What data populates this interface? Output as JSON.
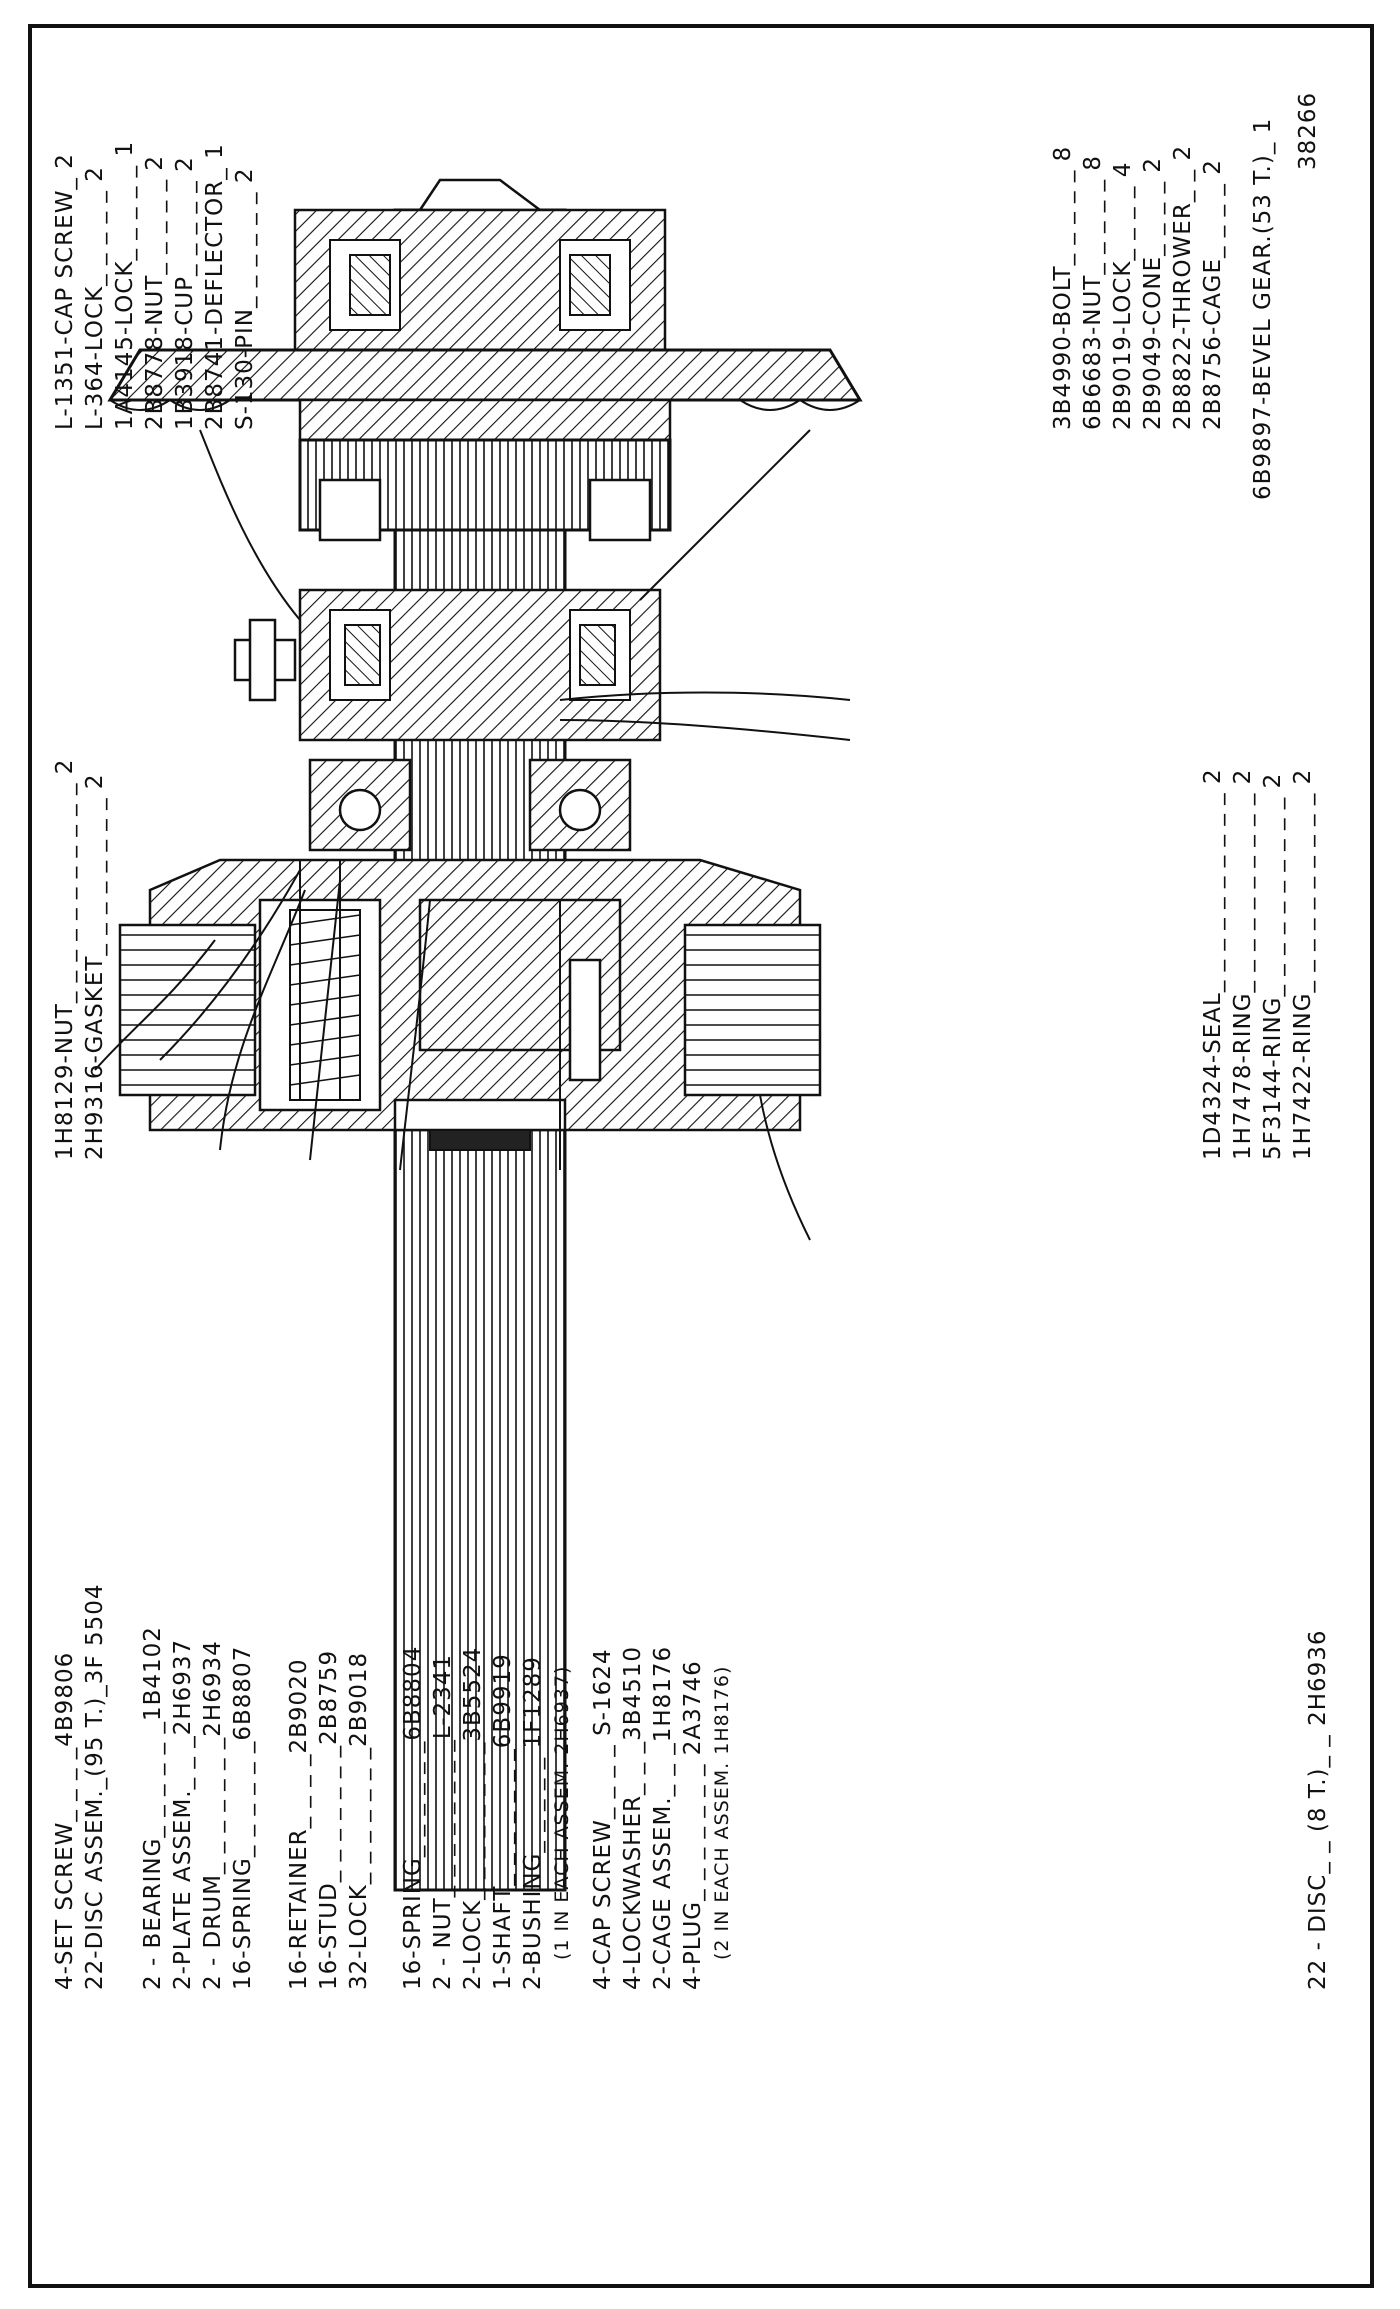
{
  "drawing_number": "38266",
  "labels_left": [
    {
      "text": "4-SET SCREW_ _ _ _4B9806"
    },
    {
      "text": "22-DISC ASSEM._(95 T.)_3F 5504"
    },
    {
      "text": "2 - BEARING_ _ _ _ _ _1B4102"
    },
    {
      "text": "2-PLATE ASSEM._ _ _2H6937"
    },
    {
      "text": "2 - DRUM_ _ _ _ _ _ _2H6934"
    },
    {
      "text": "16-SPRING_ _ _ _ _ _6B8807"
    },
    {
      "text": "16-RETAINER_ _ _ _2B9020"
    },
    {
      "text": "16-STUD_ _ _ _ _ _ _2B8759"
    },
    {
      "text": "32-LOCK_ _ _ _ _ _ _2B9018"
    },
    {
      "text": "16-SPRING_ _ _ _ _ _6B8804"
    },
    {
      "text": "2 - NUT_ _ _ _ _ _ _ _L-2341"
    },
    {
      "text": "2-LOCK_ _ _ _ _ _ _ _3B5524"
    },
    {
      "text": "1-SHAFT_ _ _ _ _ _ _6B9919"
    },
    {
      "text": "2-BUSHING_ _ _ _ _ 1F1289"
    },
    {
      "text": "(1 IN EACH ASSEM. 2H6937)"
    },
    {
      "text": "4-CAP SCREW_ _ _ _ S-1624"
    },
    {
      "text": "4-LOCKWASHER_ _ _3B4510"
    },
    {
      "text": "2-CAGE ASSEM._ _ _1H8176"
    },
    {
      "text": "4-PLUG_ _ _ _ _ _ _ 2A3746"
    },
    {
      "text": "(2 IN EACH ASSEM. 1H8176)"
    },
    {
      "text": "22 - DISC_ _ (8 T.)_ _ 2H6936"
    }
  ],
  "labels_top_left": [
    {
      "text": "L-1351-CAP SCREW_ 2"
    },
    {
      "text": "L-364-LOCK_ _ _ _ _ 2"
    },
    {
      "text": "1A4145-LOCK_ _ _ _ _ 1"
    },
    {
      "text": "2B8778-NUT_ _ _ _ _ 2"
    },
    {
      "text": "1B3918-CUP_ _ _ _ _ 2"
    },
    {
      "text": "2B8741-DEFLECTOR_ 1"
    },
    {
      "text": "S-130-PIN_ _ _ _ _ _ 2"
    }
  ],
  "labels_top_right": [
    {
      "text": "3B4990-BOLT_ _ _ _ _ 8"
    },
    {
      "text": "6B6683-NUT_ _ _ _ _ 8"
    },
    {
      "text": "2B9019-LOCK_ _ _ _ 4"
    },
    {
      "text": "2B9049-CONE_ _ _ _ 2"
    },
    {
      "text": "2B8822-THROWER_ _ 2"
    },
    {
      "text": "2B8756-CAGE_ _ _ _ 2"
    },
    {
      "text": "6B9897-BEVEL GEAR.(53 T.)_ 1"
    }
  ],
  "labels_mid_left": [
    {
      "text": "1H8129-NUT_ _ _ _ _ _ _ _ _ _ _ 2"
    },
    {
      "text": "2H9316-GASKET_ _ _ _ _ _ _ _ 2"
    }
  ],
  "labels_mid_right": [
    {
      "text": "1D4324-SEAL_ _ _ _ _ _ _ _ _ _ 2"
    },
    {
      "text": "1H7478-RING_ _ _ _ _ _ _ _ _ _ 2"
    },
    {
      "text": "5F3144-RING_ _ _ _ _ _ _ _ _ _ 2"
    },
    {
      "text": "1H7422-RING_ _ _ _ _ _ _ _ _ _ 2"
    }
  ]
}
